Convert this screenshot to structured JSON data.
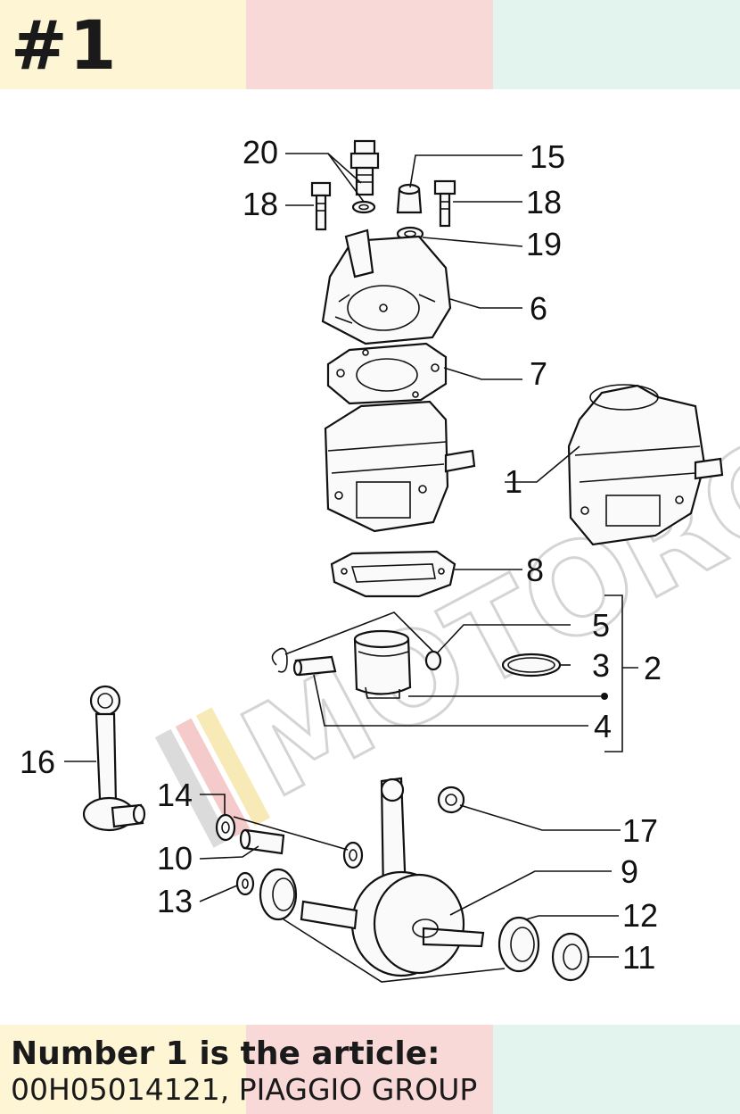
{
  "header": {
    "title": "#1"
  },
  "watermark": {
    "text": "MOTORCIA",
    "colors": [
      "#cfcfcf",
      "#f3c5c5",
      "#f7e8b0"
    ]
  },
  "diagram": {
    "labels": {
      "p20": "20",
      "p15": "15",
      "p18a": "18",
      "p18b": "18",
      "p19": "19",
      "p6": "6",
      "p7": "7",
      "p1": "1",
      "p8": "8",
      "p5": "5",
      "p3": "3",
      "p2": "2",
      "p4": "4",
      "p16": "16",
      "p14": "14",
      "p17": "17",
      "p9": "9",
      "p10": "10",
      "p12": "12",
      "p13": "13",
      "p11": "11"
    }
  },
  "caption": {
    "line1": "Number 1 is the article:",
    "line2": "00H05014121, PIAGGIO GROUP"
  },
  "colors": {
    "band_yellow": "#fdf5d3",
    "band_pink": "#f9d8d8",
    "band_mint": "#e3f4ee"
  }
}
